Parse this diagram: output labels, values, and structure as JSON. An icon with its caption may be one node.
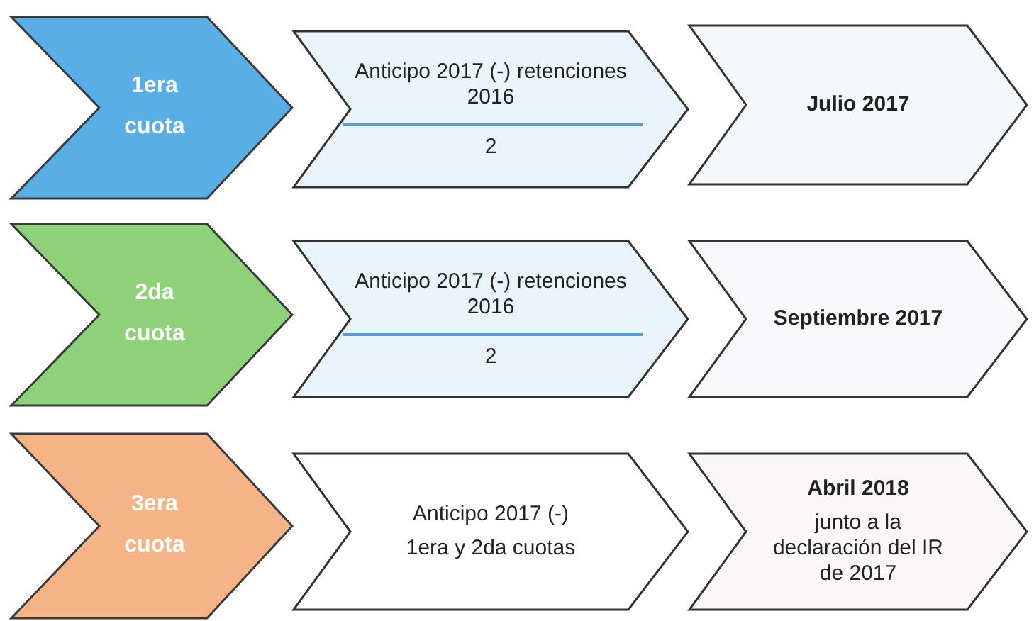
{
  "diagram": {
    "nodes": [
      {
        "text": [
          "1era cuota"
        ]
      },
      {
        "text": [
          "Anticipo 2017 (-) retenciones 2016",
          "2"
        ]
      },
      {
        "text": [
          "Julio 2017"
        ]
      },
      {
        "text": [
          "2da cuota"
        ]
      },
      {
        "text": [
          "Anticipo 2017 (-) retenciones 2016",
          "2"
        ]
      },
      {
        "text": [
          "Septiembre 2017"
        ]
      },
      {
        "text": [
          "3era cuota"
        ]
      },
      {
        "text": [
          "Anticipo 2017 (-)",
          "1era y 2da cuotas"
        ]
      },
      {
        "text": [
          "Abril 2018",
          "junto a la declaración del IR de 2017"
        ]
      }
    ]
  }
}
